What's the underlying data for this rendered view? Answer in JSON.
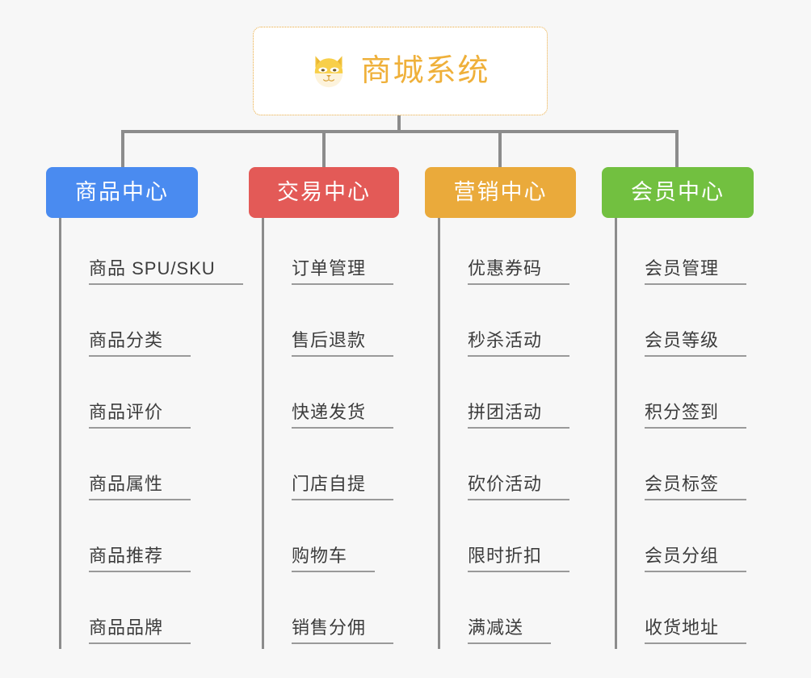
{
  "root": {
    "title": "商城系统",
    "icon": "shiba-dog-icon",
    "title_color": "#efb03a",
    "border_color": "#e9a93c",
    "background": "#ffffff"
  },
  "page": {
    "background": "#f7f7f7",
    "connector_color": "#8c8c8c"
  },
  "columns": [
    {
      "category": "商品中心",
      "color": "#4a8bf0",
      "leaves": [
        "商品 SPU/SKU",
        "商品分类",
        "商品评价",
        "商品属性",
        "商品推荐",
        "商品品牌"
      ]
    },
    {
      "category": "交易中心",
      "color": "#e35a57",
      "leaves": [
        "订单管理",
        "售后退款",
        "快递发货",
        "门店自提",
        "购物车",
        "销售分佣"
      ]
    },
    {
      "category": "营销中心",
      "color": "#eaaa3b",
      "leaves": [
        "优惠券码",
        "秒杀活动",
        "拼团活动",
        "砍价活动",
        "限时折扣",
        "满减送"
      ]
    },
    {
      "category": "会员中心",
      "color": "#72c040",
      "leaves": [
        "会员管理",
        "会员等级",
        "积分签到",
        "会员标签",
        "会员分组",
        "收货地址"
      ]
    }
  ]
}
